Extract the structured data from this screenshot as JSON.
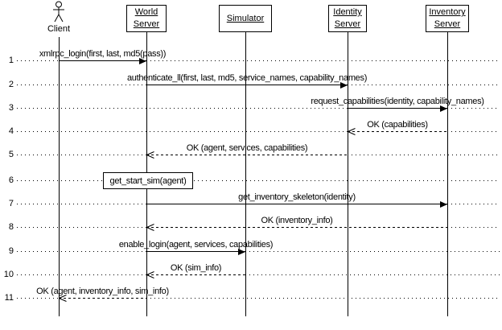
{
  "diagram": {
    "background_color": "#ffffff",
    "line_color": "#000000",
    "participants": [
      {
        "id": "client",
        "label": "Client",
        "kind": "actor",
        "lines": [
          "Client"
        ]
      },
      {
        "id": "world",
        "label": "World Server",
        "kind": "box",
        "lines": [
          "World",
          "Server"
        ]
      },
      {
        "id": "simulator",
        "label": "Simulator",
        "kind": "box",
        "lines": [
          "Simulator"
        ]
      },
      {
        "id": "identity",
        "label": "Identity Server",
        "kind": "box",
        "lines": [
          "Identity",
          "Server"
        ]
      },
      {
        "id": "inventory",
        "label": "Inventory Server",
        "kind": "box",
        "lines": [
          "Inventory",
          "Server"
        ]
      }
    ],
    "messages": [
      {
        "num": "1",
        "label": "xmlrpc_login(first, last, md5(pass))",
        "from": "client",
        "to": "world",
        "type": "call"
      },
      {
        "num": "2",
        "label": "authenticate_ll(first, last, md5, service_names, capability_names)",
        "from": "world",
        "to": "identity",
        "type": "call"
      },
      {
        "num": "3",
        "label": "request_capabilities(identity, capability_names)",
        "from": "identity",
        "to": "inventory",
        "type": "call"
      },
      {
        "num": "4",
        "label": "OK (capabilities)",
        "from": "inventory",
        "to": "identity",
        "type": "return"
      },
      {
        "num": "5",
        "label": "OK (agent, services, capabilities)",
        "from": "identity",
        "to": "world",
        "type": "return"
      },
      {
        "num": "6",
        "label": "get_start_sim(agent)",
        "from": "world",
        "to": "world",
        "type": "self"
      },
      {
        "num": "7",
        "label": "get_inventory_skeleton(identity)",
        "from": "world",
        "to": "inventory",
        "type": "call"
      },
      {
        "num": "8",
        "label": "OK (inventory_info)",
        "from": "inventory",
        "to": "world",
        "type": "return"
      },
      {
        "num": "9",
        "label": "enable_login(agent, services, capabilities)",
        "from": "world",
        "to": "simulator",
        "type": "call"
      },
      {
        "num": "10",
        "label": "OK (sim_info)",
        "from": "simulator",
        "to": "world",
        "type": "return"
      },
      {
        "num": "11",
        "label": "OK (agent, inventory_info, sim_info)",
        "from": "world",
        "to": "client",
        "type": "return"
      }
    ]
  }
}
